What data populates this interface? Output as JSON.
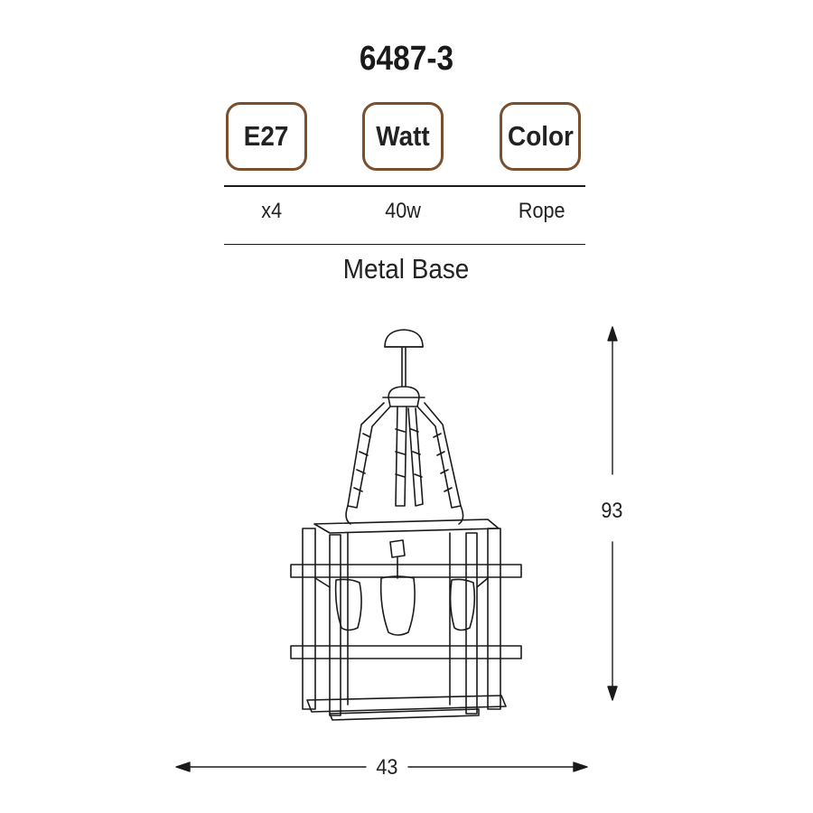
{
  "product": {
    "code": "6487-3"
  },
  "specs": [
    {
      "label": "E27",
      "value": "x4"
    },
    {
      "label": "Watt",
      "value": "40w"
    },
    {
      "label": "Color",
      "value": "Rope"
    }
  ],
  "material": "Metal Base",
  "dimensions": {
    "height": "93",
    "width": "43"
  },
  "colors": {
    "box_border": "#7a4f2e",
    "line": "#1a1a1a"
  }
}
